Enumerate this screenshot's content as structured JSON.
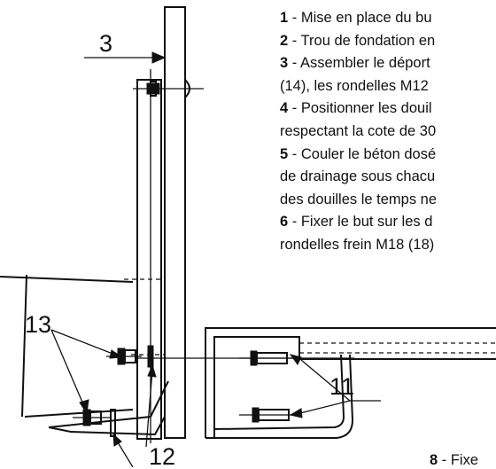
{
  "diagram": {
    "callouts": {
      "c3": "3",
      "c11": "11",
      "c12": "12",
      "c13": "13"
    }
  },
  "instructions": [
    {
      "num": "1",
      "text": " - Mise en place du bu"
    },
    {
      "num": "2",
      "text": " - Trou de fondation en"
    },
    {
      "num": "3",
      "text": " - Assembler le déport"
    },
    {
      "num": "",
      "text": "(14), les rondelles M12"
    },
    {
      "num": "4",
      "text": " - Positionner les douil"
    },
    {
      "num": "",
      "text": "respectant la cote de 30"
    },
    {
      "num": "5",
      "text": " - Couler le béton dosé"
    },
    {
      "num": "",
      "text": "de drainage sous chacu"
    },
    {
      "num": "",
      "text": "des douilles le temps ne"
    },
    {
      "num": "6",
      "text": " - Fixer le but sur les d"
    },
    {
      "num": "",
      "text": "rondelles frein M18 (18)"
    }
  ],
  "footer": {
    "num": "8",
    "text": " - Fixe"
  }
}
